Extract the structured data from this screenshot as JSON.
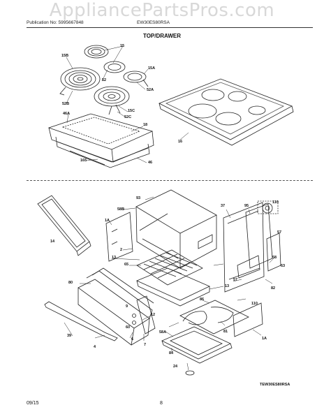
{
  "watermark": "AppliancePartsPros.com",
  "header": {
    "publication": "Publication No: 5995667848",
    "model": "EW30ES80RSA",
    "section_title": "TOP/DRAWER"
  },
  "parts": {
    "p15": "15",
    "p15B": "15B",
    "p15A": "15A",
    "p52": "52",
    "p52A": "52A",
    "p52B": "52B",
    "p52C": "52C",
    "p15C": "15C",
    "p46A": "46A",
    "p18": "18",
    "p16": "16",
    "p165": "165",
    "p46": "46",
    "p93": "93",
    "p58B": "58B",
    "p37": "37",
    "p95": "95",
    "p110a": "110",
    "p1A": "1A",
    "p14": "14",
    "p2": "2",
    "p13a": "13",
    "p65": "65",
    "p57a": "57",
    "p58": "58",
    "p63": "63",
    "p57b": "57",
    "p82": "82",
    "p80": "80",
    "p13b": "13",
    "p110b": "110",
    "p86": "86",
    "p12": "12",
    "p39": "39",
    "p4": "4",
    "p60": "60",
    "p6": "6",
    "p7": "7",
    "p58A": "58A",
    "p81": "81",
    "p1Ab": "1A",
    "p84": "84",
    "p24": "24",
    "p9": "9"
  },
  "diagram_code": "TEW30ES80RSA",
  "footer": {
    "date": "09/15",
    "page": "8"
  }
}
